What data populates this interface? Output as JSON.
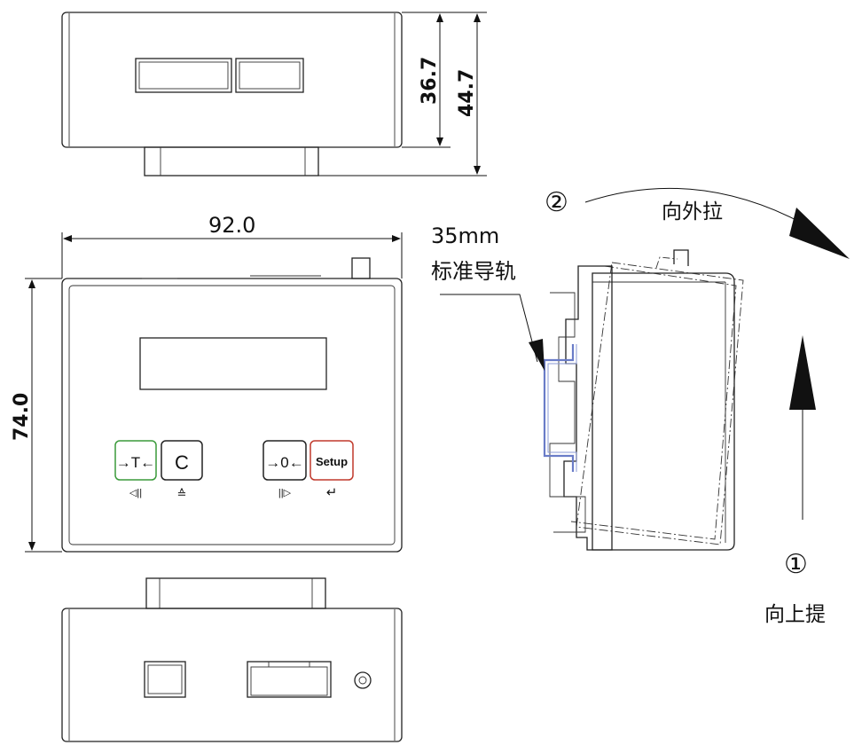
{
  "dimensions": {
    "inner_height": "36.7",
    "outer_height": "44.7",
    "width": "92.0",
    "height": "74.0"
  },
  "keys": [
    {
      "label": "→T←",
      "sub": "◁||",
      "border_color": "#3a9a3a"
    },
    {
      "label": "C",
      "sub": "≙",
      "border_color": "#222222"
    },
    {
      "label": "→0←",
      "sub": "||▷",
      "border_color": "#222222"
    },
    {
      "label": "Setup",
      "sub": "↵",
      "border_color": "#c0392b"
    }
  ],
  "rail": {
    "size": "35mm",
    "name": "标准导轨"
  },
  "steps": [
    {
      "number": "①",
      "action": "向上提"
    },
    {
      "number": "②",
      "action": "向外拉"
    }
  ]
}
